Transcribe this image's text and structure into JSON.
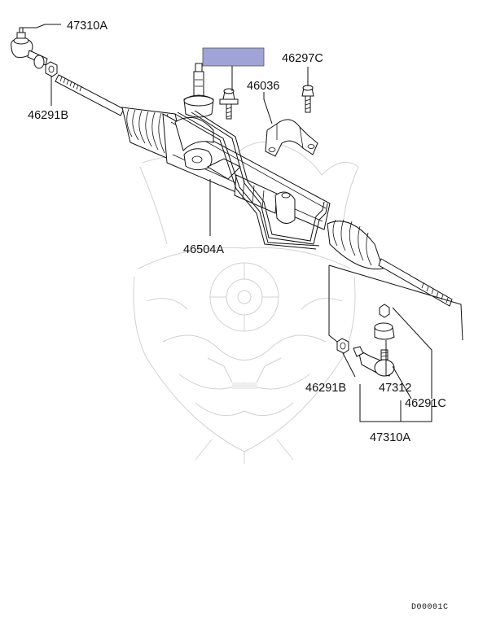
{
  "diagram": {
    "labels": {
      "tie_rod_end_left": "47310A",
      "lock_nut_left": "46291B",
      "gear_assembly": "46504A",
      "mount_clamp": "46036",
      "clamp_bolt": "46297C",
      "lock_nut_right": "46291B",
      "ball_joint_boot": "47312",
      "castle_nut": "46291C",
      "tie_rod_end_right": "47310A"
    },
    "highlight_color": "#9fa3d6",
    "footer_code": "D00001C"
  }
}
